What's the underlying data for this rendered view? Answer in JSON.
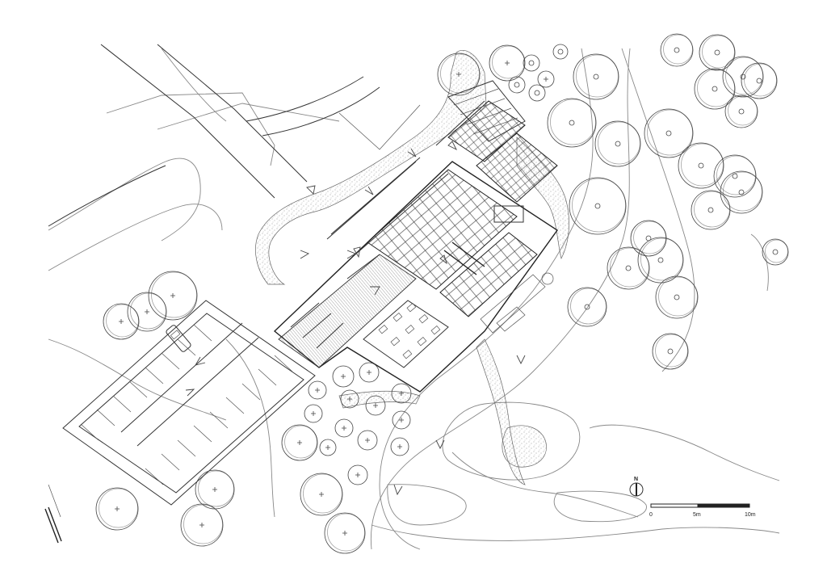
{
  "scale_bar": {
    "label_start": "0",
    "label_mid": "5m",
    "label_end": "10m"
  },
  "north_arrow": {
    "label": "N"
  },
  "colors": {
    "line": "#333333",
    "background": "#ffffff"
  }
}
